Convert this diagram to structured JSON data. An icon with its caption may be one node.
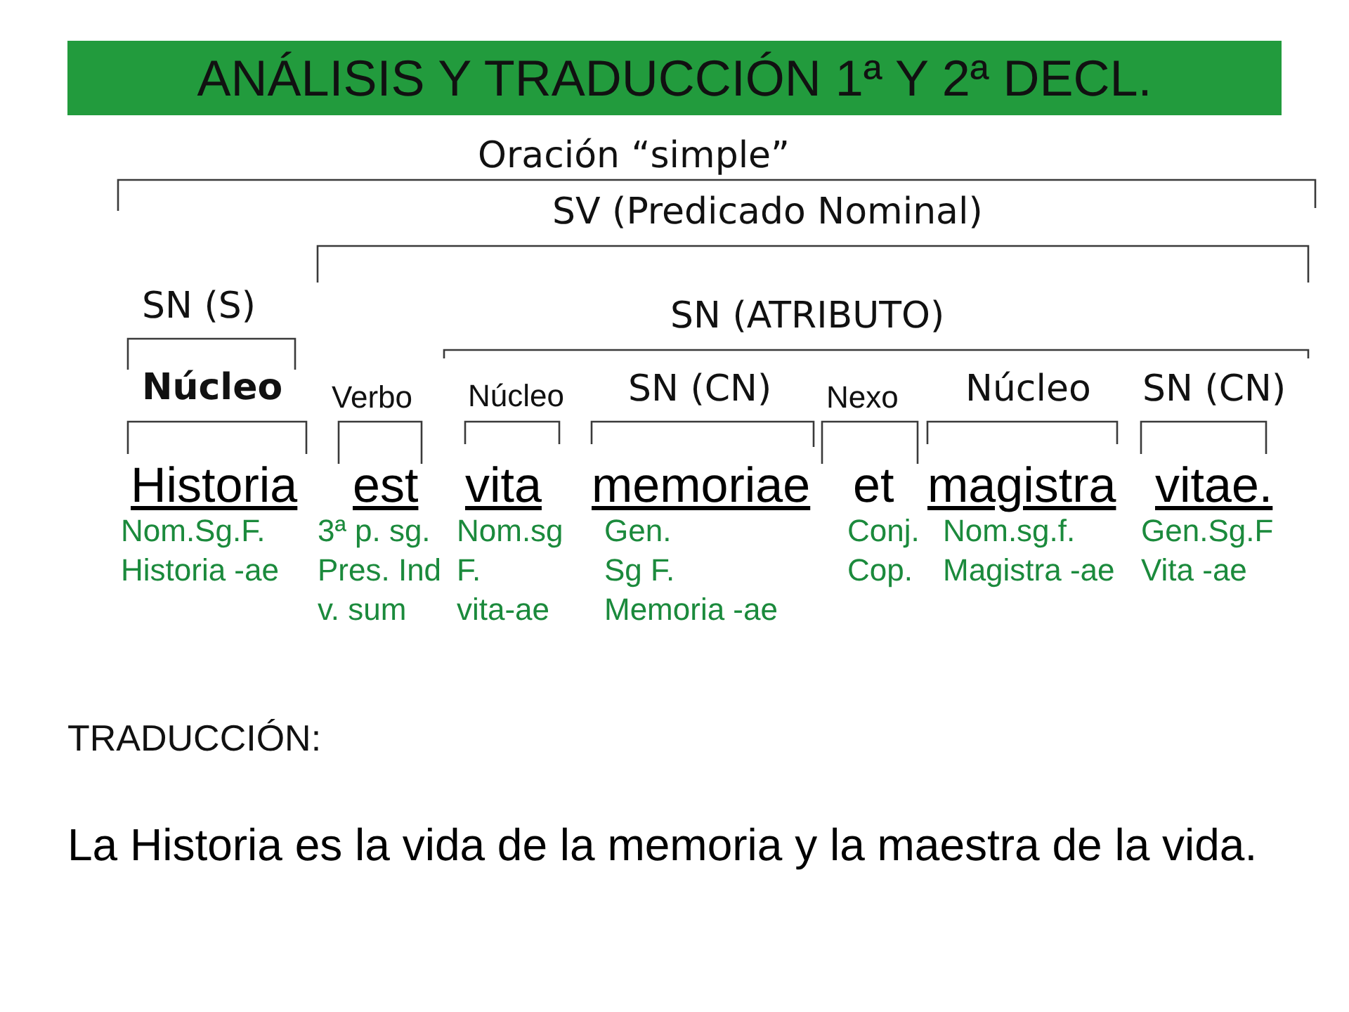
{
  "diagram": {
    "title": "ANÁLISIS Y TRADUCCIÓN 1ª Y 2ª DECL.",
    "labels": [
      "Oración “simple”",
      "SV (Predicado Nominal)",
      "SN (S)",
      "SN (ATRIBUTO)",
      "Núcleo",
      "Verbo",
      "Núcleo",
      "SN (CN)",
      "Nexo",
      "Núcleo",
      "SN (CN)",
      "Historia",
      "est",
      "vita",
      "memoriae",
      "et",
      "magistra",
      "vitae.",
      "Nom.Sg.F.",
      "Historia -ae",
      "3ª p. sg.",
      "Pres. Ind",
      "v. sum",
      "Nom.sg",
      "F.",
      "vita-ae",
      "Gen.",
      "Sg F.",
      "Memoria -ae",
      "Conj.",
      "Cop.",
      "Nom.sg.f.",
      "Magistra -ae",
      "Gen.Sg.F",
      "Vita -ae",
      "TRADUCCIÓN:",
      "La Historia es la vida de la memoria y la maestra de la vida."
    ]
  }
}
